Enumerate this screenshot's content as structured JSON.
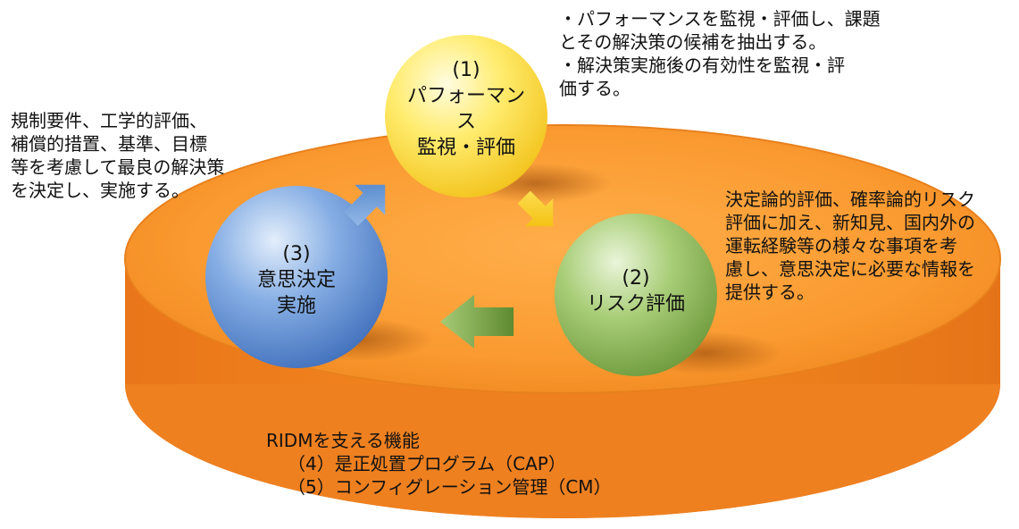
{
  "colors": {
    "platter": "#F08A1E",
    "platter_top": "#FFA640",
    "yellow": "#FFE34A",
    "green": "#8DB85A",
    "blue": "#5C8AD0",
    "arrow_yellow": "#F2C400",
    "arrow_green": "#7FA44A",
    "arrow_blue": "#5A8ED2"
  },
  "circles": {
    "c1": {
      "num": "(1)",
      "line1": "パフォーマンス",
      "line2": "監視・評価"
    },
    "c2": {
      "num": "(2)",
      "line1": "リスク評価"
    },
    "c3": {
      "num": "(3)",
      "line1": "意思決定",
      "line2": "実施"
    }
  },
  "notes": {
    "top_right": [
      "・パフォーマンスを監視・評価し、課題",
      "とその解決策の候補を抽出する。",
      "・解決策実施後の有効性を監視・評",
      "価する。"
    ],
    "left": [
      "規制要件、工学的評価、",
      "補償的措置、基準、目標",
      "等を考慮して最良の解決策",
      "を決定し、実施する。"
    ],
    "right": [
      "決定論的評価、確率論的リスク",
      "評価に加え、新知見、国内外の",
      "運転経験等の様々な事項を考",
      "慮し、意思決定に必要な情報を",
      "提供する。"
    ]
  },
  "ridm": {
    "title": "RIDMを支える機能",
    "item4": "（4）是正処置プログラム（CAP）",
    "item5": "（5）コンフィグレーション管理（CM）"
  }
}
